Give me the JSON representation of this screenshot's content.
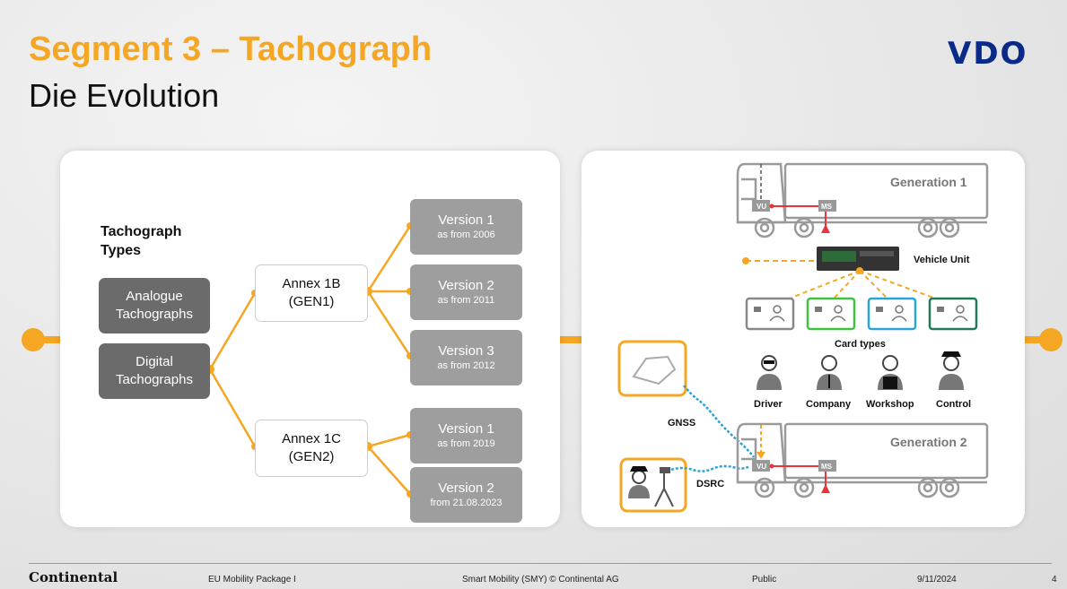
{
  "header": {
    "title": "Segment 3 – Tachograph",
    "subtitle": "Die Evolution",
    "logo": "VDO"
  },
  "left_panel": {
    "heading": "Tachograph Types",
    "heading_line1": "Tachograph",
    "heading_line2": "Types",
    "types": [
      {
        "line1": "Analogue",
        "line2": "Tachographs"
      },
      {
        "line1": "Digital",
        "line2": "Tachographs"
      }
    ],
    "annexes": [
      {
        "line1": "Annex 1B",
        "line2": "(GEN1)"
      },
      {
        "line1": "Annex 1C",
        "line2": "(GEN2)"
      }
    ],
    "versions": [
      {
        "title": "Version 1",
        "sub": "as from 2006"
      },
      {
        "title": "Version 2",
        "sub": "as from 2011"
      },
      {
        "title": "Version 3",
        "sub": "as from 2012"
      },
      {
        "title": "Version 1",
        "sub": "as from 2019"
      },
      {
        "title": "Version 2",
        "sub": "from 21.08.2023"
      }
    ]
  },
  "right_panel": {
    "generation1": "Generation 1",
    "generation2": "Generation 2",
    "vehicle_unit": "Vehicle Unit",
    "card_types": "Card types",
    "vu": "VU",
    "ms": "MS",
    "roles": [
      "Driver",
      "Company",
      "Workshop",
      "Control"
    ],
    "gnss": "GNSS",
    "dsrc": "DSRC"
  },
  "colors": {
    "accent": "#f5a623",
    "dark_box": "#6b6b6b",
    "version_box": "#9e9e9e",
    "red": "#e8343c",
    "blue": "#2aa3d8",
    "green": "#3ec23e",
    "teal": "#1f7a55"
  },
  "footer": {
    "company": "Continental",
    "program": "EU Mobility Package I",
    "copyright": "Smart Mobility (SMY) © Continental AG",
    "classification": "Public",
    "date": "9/11/2024",
    "page": "4"
  }
}
